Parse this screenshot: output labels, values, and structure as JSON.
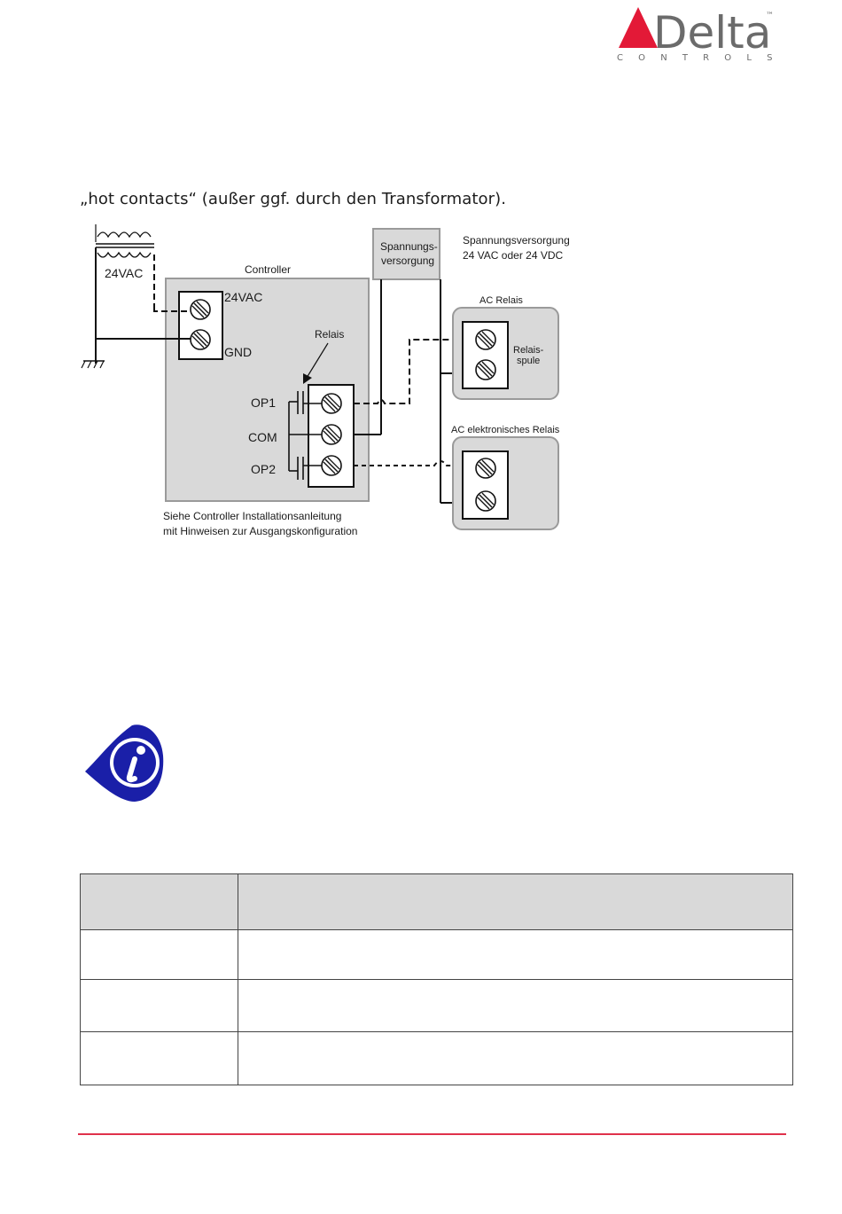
{
  "logo": {
    "wordmark": "Delta",
    "tagline": "C O N T R O L S",
    "trademark": "™",
    "brand_color": "#e31937"
  },
  "intro_text": "„hot contacts“ (außer ggf. durch den Transformator).",
  "diagram": {
    "transformer_label": "24VAC",
    "controller_label": "Controller",
    "terminal_24vac": "24VAC",
    "terminal_gnd": "GND",
    "relay_label": "Relais",
    "op1": "OP1",
    "com": "COM",
    "op2": "OP2",
    "power_box_line1": "Spannungs-",
    "power_box_line2": "versorgung",
    "power_note_line1": "Spannungsversorgung",
    "power_note_line2": "24 VAC oder 24 VDC",
    "ac_relay_label": "AC Relais",
    "relay_coil_line1": "Relais-",
    "relay_coil_line2": "spule",
    "ac_electronic_relay_label": "AC elektronisches Relais",
    "footnote_line1": "Siehe Controller Installationsanleitung",
    "footnote_line2": "mit Hinweisen zur Ausgangskonfiguration"
  },
  "info_icon": {
    "name": "info-icon",
    "color": "#1a1fa8"
  },
  "table": {
    "header": [
      "",
      ""
    ],
    "rows": [
      [
        "",
        ""
      ],
      [
        "",
        ""
      ],
      [
        "",
        ""
      ]
    ]
  },
  "colors": {
    "footer_rule": "#e0314b",
    "box_fill": "#d9d9d9"
  }
}
